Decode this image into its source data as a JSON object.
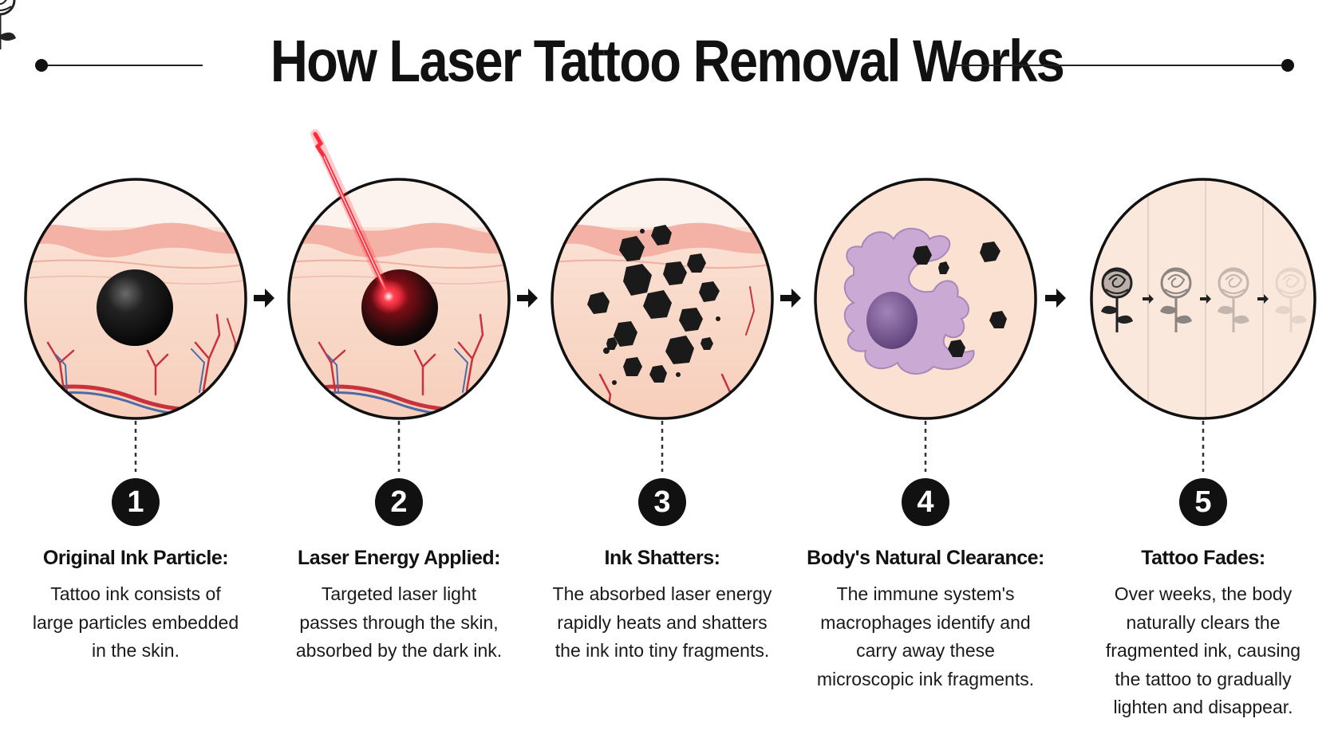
{
  "title": "How Laser Tattoo Removal Works",
  "colors": {
    "skin": "#f9d9c9",
    "epidermis": "#f3b2a5",
    "ink": "#111111",
    "laser": "#ff2a3a",
    "macrophage": "#c8a8d6",
    "nucleus": "#7b5a93",
    "artery": "#c8323c",
    "vein": "#4a6aa8"
  },
  "steps": [
    {
      "number": "1",
      "title": "Original Ink Particle:",
      "lines": [
        "Tattoo ink consists of",
        "large particles embedded",
        "in the skin."
      ]
    },
    {
      "number": "2",
      "title": "Laser Energy Applied:",
      "lines": [
        "Targeted laser light",
        "passes through the skin,",
        "absorbed by the dark ink."
      ]
    },
    {
      "number": "3",
      "title": "Ink Shatters:",
      "lines": [
        "The absorbed laser energy",
        "rapidly heats and shatters",
        "the ink into tiny fragments."
      ]
    },
    {
      "number": "4",
      "title": "Body's Natural Clearance:",
      "lines": [
        "The immune system's",
        "macrophages identify and",
        "carry away these",
        "microscopic ink fragments."
      ]
    },
    {
      "number": "5",
      "title": "Tattoo Fades:",
      "lines": [
        "Over weeks, the body",
        "naturally clears the",
        "fragmented ink, causing",
        "the tattoo to gradually",
        "lighten and disappear."
      ]
    }
  ],
  "icons": {
    "flow_arrow": "arrow-right-icon",
    "rose": "rose-tattoo-icon"
  }
}
